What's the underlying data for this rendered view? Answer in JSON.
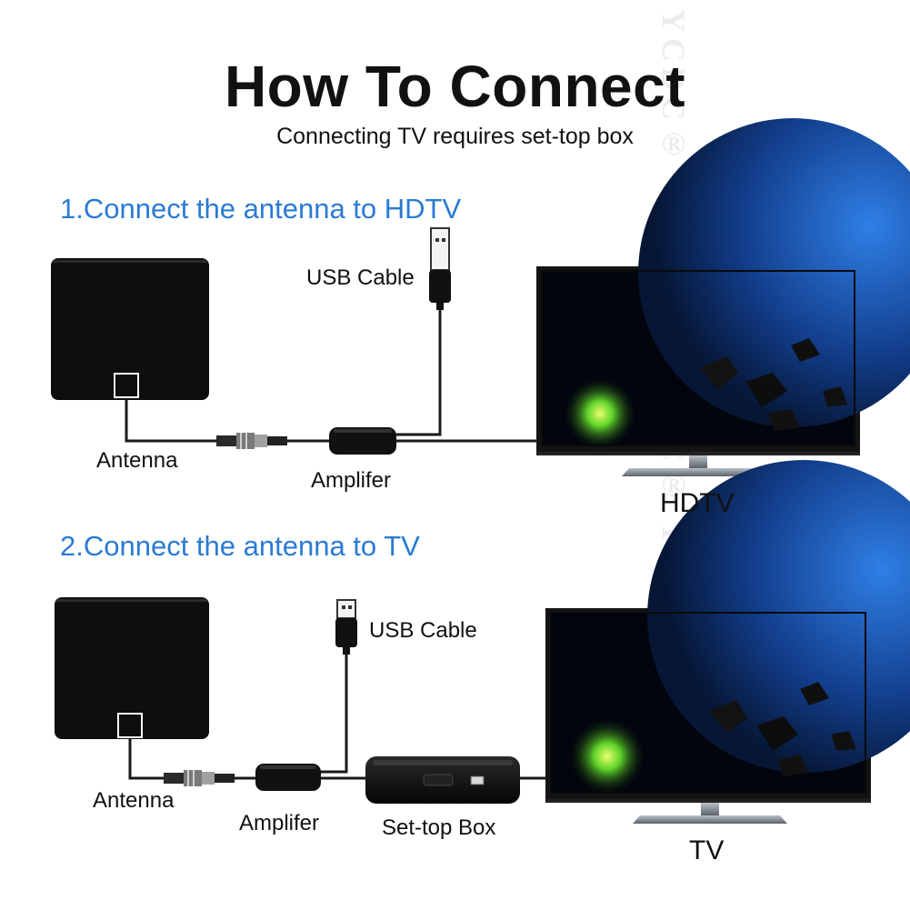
{
  "title": "How To Connect",
  "subtitle": "Connecting TV requires set-top box",
  "section1": {
    "heading": "1.Connect the antenna to HDTV",
    "antenna_label": "Antenna",
    "usb_label": "USB Cable",
    "amplifier_label": "Amplifer",
    "tv_label": "HDTV"
  },
  "section2": {
    "heading": "2.Connect the antenna to TV",
    "antenna_label": "Antenna",
    "usb_label": "USB Cable",
    "amplifier_label": "Amplifer",
    "settop_label": "Set-top Box",
    "tv_label": "TV"
  },
  "watermark": "YCDC® YCDC® YCDC® YCDC®",
  "colors": {
    "heading": "#2a7bd3",
    "device": "#0e0e0e",
    "cable": "#1a1a1a"
  },
  "icons": [
    "antenna-icon",
    "usb-plug-icon",
    "coax-connector-icon",
    "amplifier-icon",
    "tv-icon",
    "set-top-box-icon"
  ]
}
